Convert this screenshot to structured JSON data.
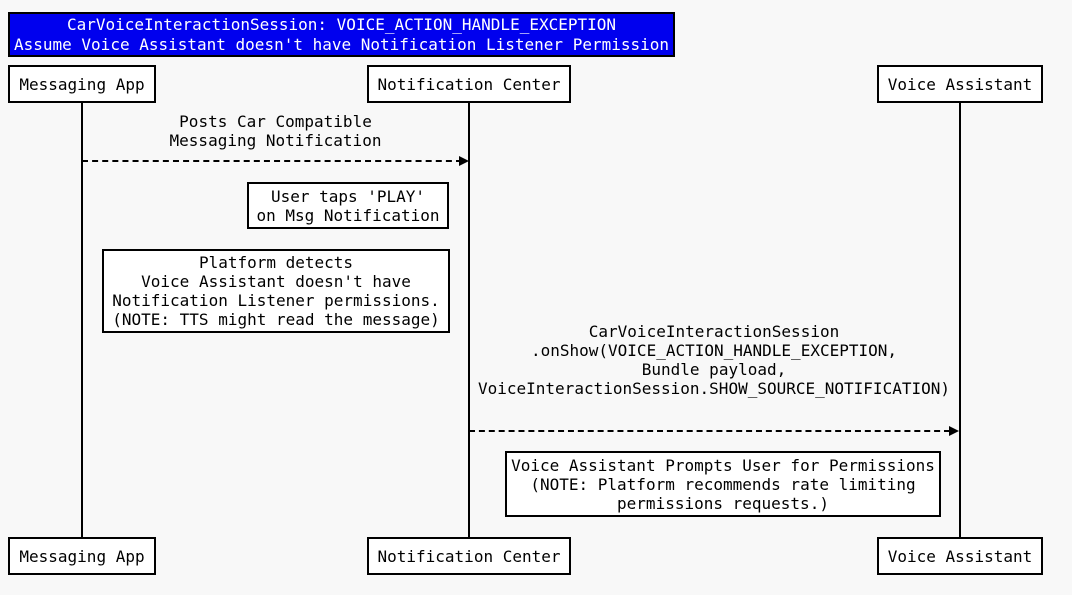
{
  "colors": {
    "page_bg": "#f8f8f8",
    "ink": "#000000",
    "box_bg": "#ffffff",
    "title_bg": "#0000ee",
    "title_fg": "#ffffff"
  },
  "title": {
    "line1": "CarVoiceInteractionSession: VOICE_ACTION_HANDLE_EXCEPTION",
    "line2": "Assume Voice Assistant doesn't have Notification Listener Permission"
  },
  "participants": [
    {
      "name": "Messaging App"
    },
    {
      "name": "Notification Center"
    },
    {
      "name": "Voice Assistant"
    }
  ],
  "messages": [
    {
      "from": "Messaging App",
      "to": "Notification Center",
      "arrow_style": "dashed",
      "lines": [
        "Posts Car Compatible",
        "Messaging Notification"
      ]
    },
    {
      "from": "Notification Center",
      "to": "Voice Assistant",
      "arrow_style": "dashed",
      "lines": [
        "CarVoiceInteractionSession",
        ".onShow(VOICE_ACTION_HANDLE_EXCEPTION,",
        "Bundle payload,",
        "VoiceInteractionSession.SHOW_SOURCE_NOTIFICATION)"
      ]
    }
  ],
  "notes": [
    {
      "lines": [
        "User taps 'PLAY'",
        "on Msg Notification"
      ]
    },
    {
      "lines": [
        "Platform detects",
        "Voice Assistant doesn't have",
        "Notification Listener permissions.",
        "(NOTE: TTS might read the message)"
      ]
    },
    {
      "lines": [
        "Voice Assistant Prompts User for Permissions",
        "(NOTE: Platform recommends rate limiting",
        "permissions requests.)"
      ]
    }
  ]
}
